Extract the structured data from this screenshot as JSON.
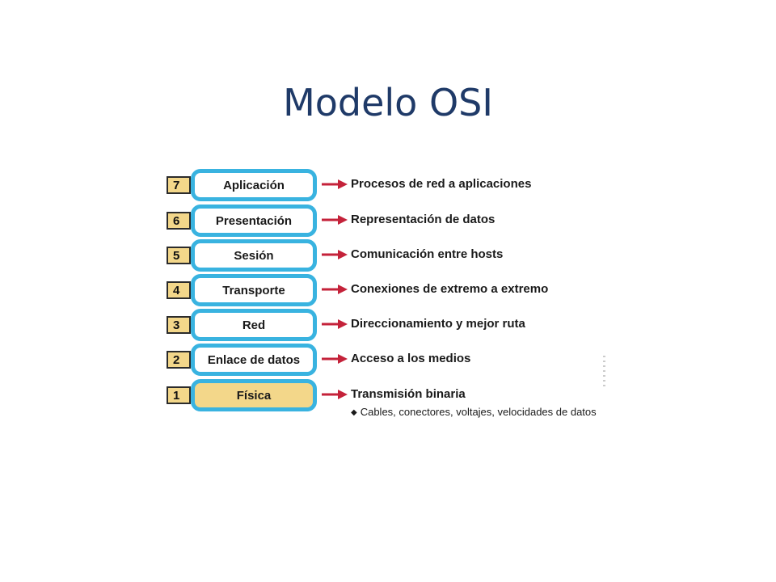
{
  "title": "Modelo OSI",
  "layers": [
    {
      "number": "7",
      "name": "Aplicación",
      "description": "Procesos de red a aplicaciones"
    },
    {
      "number": "6",
      "name": "Presentación",
      "description": "Representación de datos"
    },
    {
      "number": "5",
      "name": "Sesión",
      "description": "Comunicación entre hosts"
    },
    {
      "number": "4",
      "name": "Transporte",
      "description": "Conexiones de extremo a extremo"
    },
    {
      "number": "3",
      "name": "Red",
      "description": "Direccionamiento y mejor ruta"
    },
    {
      "number": "2",
      "name": "Enlace de datos",
      "description": "Acceso a los medios"
    },
    {
      "number": "1",
      "name": "Física",
      "description": "Transmisión binaria"
    }
  ],
  "physical_note": "Cables, conectores, voltajes, velocidades de datos",
  "colors": {
    "title": "#1f3a68",
    "layer_border": "#39b3e0",
    "number_fill": "#f3d78a",
    "highlight_fill": "#f3d78a",
    "arrow": "#c4223a"
  }
}
